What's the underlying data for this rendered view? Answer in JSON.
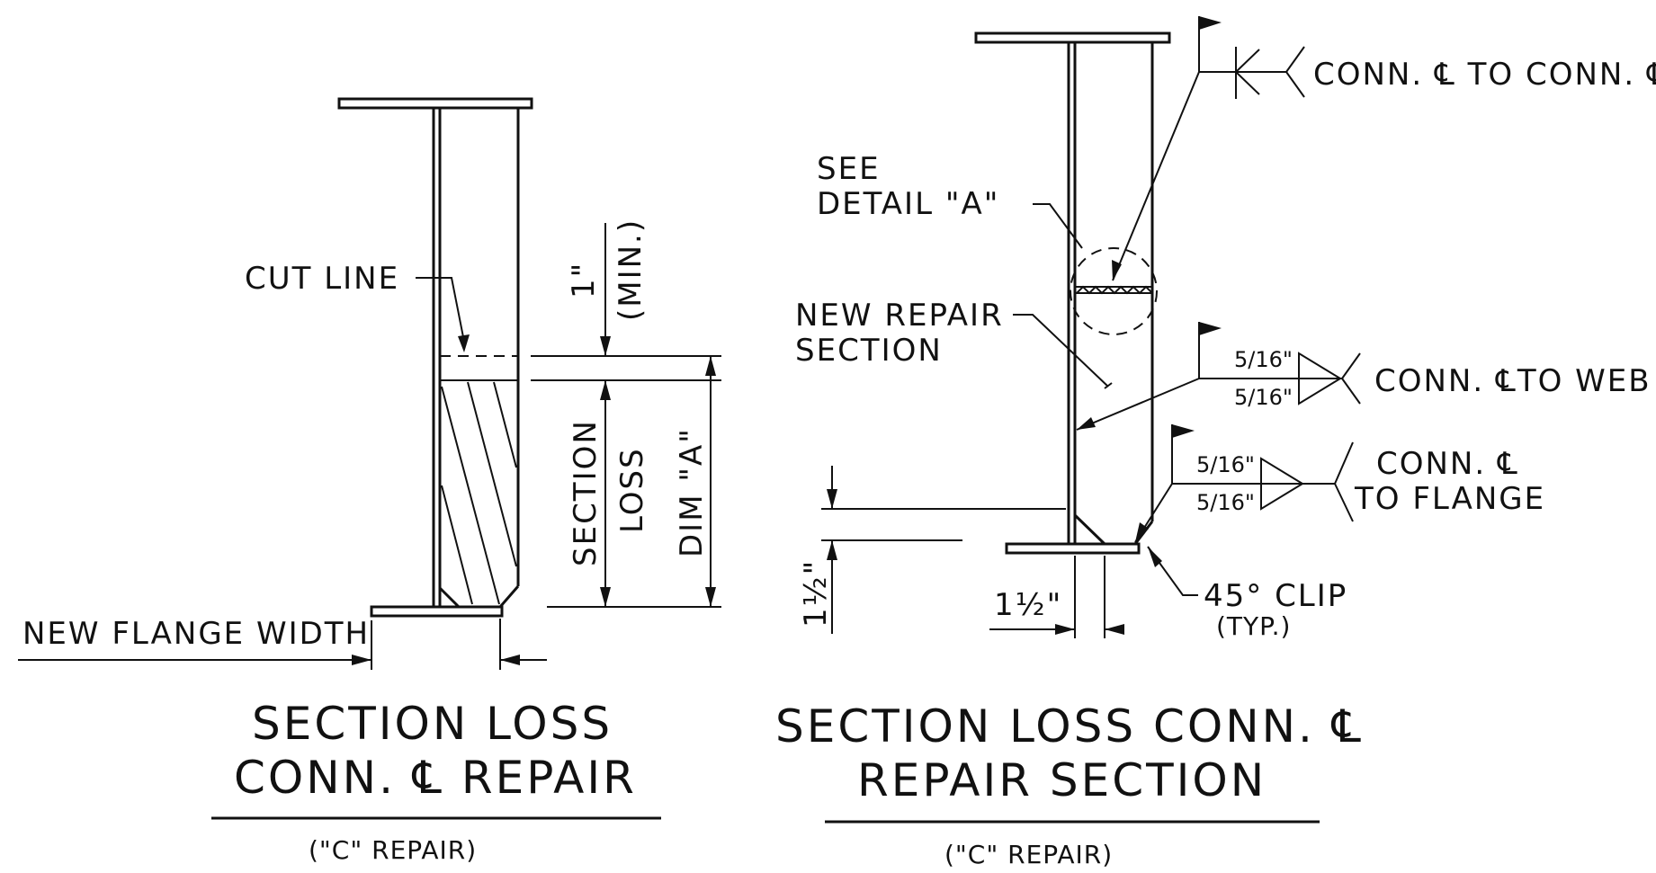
{
  "left_detail": {
    "title_line1": "SECTION LOSS",
    "title_line2": "CONN. ℄ REPAIR",
    "subtitle": "(\"C\" REPAIR)",
    "label_cut_line": "CUT LINE",
    "label_one_inch": "1\"",
    "label_min": "(MIN.)",
    "label_section": "SECTION",
    "label_loss": "LOSS",
    "label_dim_a": "DIM \"A\"",
    "label_new_flange_width": "NEW FLANGE WIDTH"
  },
  "right_detail": {
    "title_line1": "SECTION LOSS CONN. ℄",
    "title_line2": "REPAIR SECTION",
    "subtitle": "(\"C\" REPAIR)",
    "label_see": "SEE",
    "label_detail_a": "DETAIL \"A\"",
    "label_new_repair": "NEW REPAIR",
    "label_section": "SECTION",
    "weld_conn_to_conn": "CONN. ℄ TO CONN. ℄",
    "weld_conn_to_web": "CONN. ℄TO WEB",
    "weld_conn_to_flange_1": "CONN. ℄",
    "weld_conn_to_flange_2": "TO FLANGE",
    "fillet_size": "5/16\"",
    "fillet_num": "5",
    "fillet_den": "16",
    "dim_one_half": "1½\"",
    "label_clip": "45° CLIP",
    "label_typ": "(TYP.)"
  }
}
